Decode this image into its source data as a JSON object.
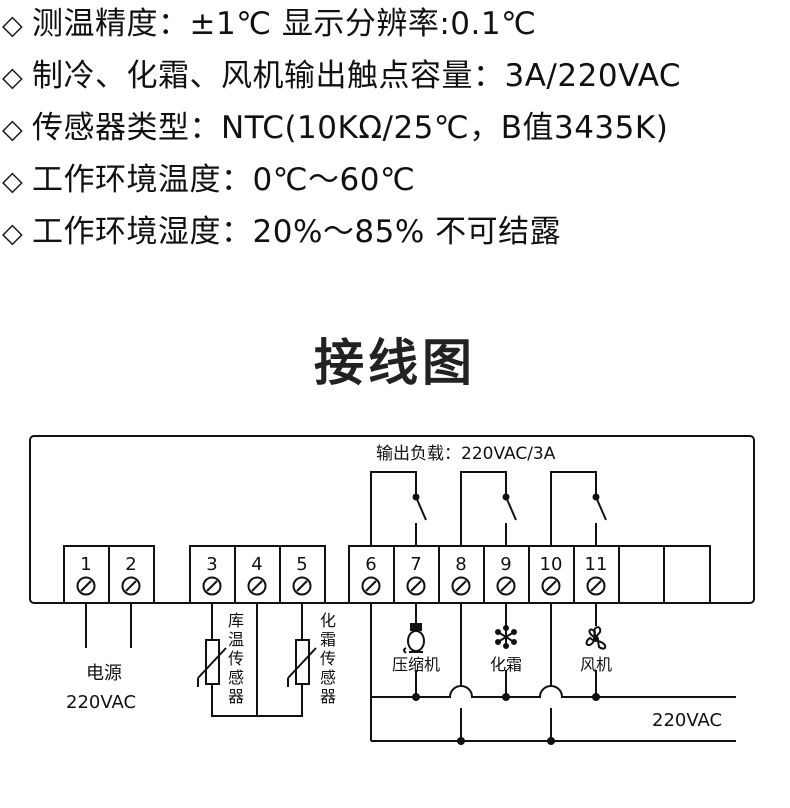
{
  "specs": [
    {
      "bullet": "◇",
      "text": "测温精度：±1℃  显示分辨率:0.1℃"
    },
    {
      "bullet": "◇",
      "text": "制冷、化霜、风机输出触点容量：3A/220VAC"
    },
    {
      "bullet": "◇",
      "text": "传感器类型：NTC(10KΩ/25℃，B值3435K)"
    },
    {
      "bullet": "◇",
      "text": "工作环境温度：0℃～60℃"
    },
    {
      "bullet": "◇",
      "text": "工作环境湿度：20%～85% 不可结露"
    }
  ],
  "diagram": {
    "title": "接线图",
    "output_load": "输出负载：220VAC/3A",
    "terminals": [
      "1",
      "2",
      "3",
      "4",
      "5",
      "6",
      "7",
      "8",
      "9",
      "10",
      "11"
    ],
    "power_label_1": "电源",
    "power_label_2": "220VAC",
    "room_sensor": [
      "库",
      "温",
      "传",
      "感",
      "器"
    ],
    "defrost_sensor": [
      "化",
      "霜",
      "传",
      "感",
      "器"
    ],
    "compressor": "压缩机",
    "defrost": "化霜",
    "fan": "风机",
    "supply_voltage": "220VAC",
    "icons": [
      "compressor-icon",
      "snowflake-icon",
      "fan-icon"
    ]
  }
}
